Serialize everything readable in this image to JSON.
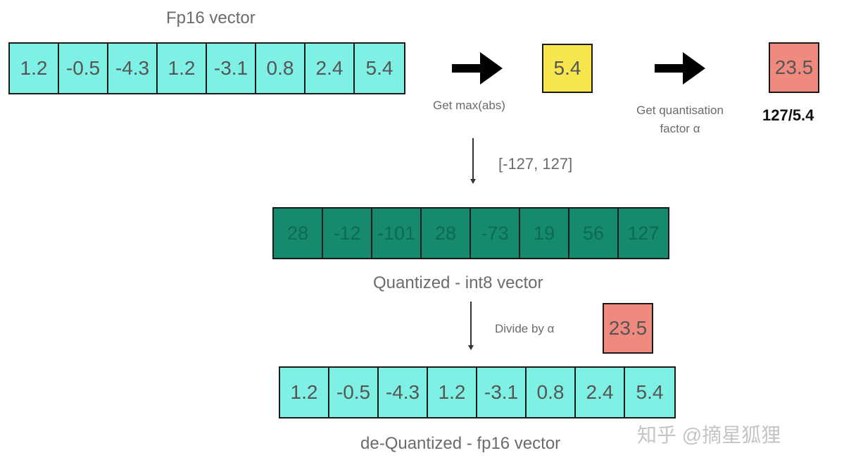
{
  "fp16_vector": {
    "title": "Fp16 vector",
    "values": [
      "1.2",
      "-0.5",
      "-4.3",
      "1.2",
      "-3.1",
      "0.8",
      "2.4",
      "5.4"
    ]
  },
  "step_max": {
    "label": "Get max(abs)",
    "value": "5.4",
    "color": "#f7e64e"
  },
  "step_factor": {
    "label_line1": "Get quantisation",
    "label_line2": "factor α",
    "value": "23.5",
    "formula": "127/5.4",
    "color": "#f08a7e"
  },
  "range_label": "[-127, 127]",
  "int8_vector": {
    "title": "Quantized - int8 vector",
    "values": [
      "28",
      "-12",
      "-101",
      "28",
      "-73",
      "19",
      "56",
      "127"
    ],
    "color": "#168a6c"
  },
  "divide_step": {
    "label": "Divide by α",
    "value": "23.5"
  },
  "dequant_vector": {
    "title": "de-Quantized - fp16 vector",
    "values": [
      "1.2",
      "-0.5",
      "-4.3",
      "1.2",
      "-3.1",
      "0.8",
      "2.4",
      "5.4"
    ],
    "color": "#7ff0e4"
  },
  "watermark": "知乎 @摘星狐狸"
}
